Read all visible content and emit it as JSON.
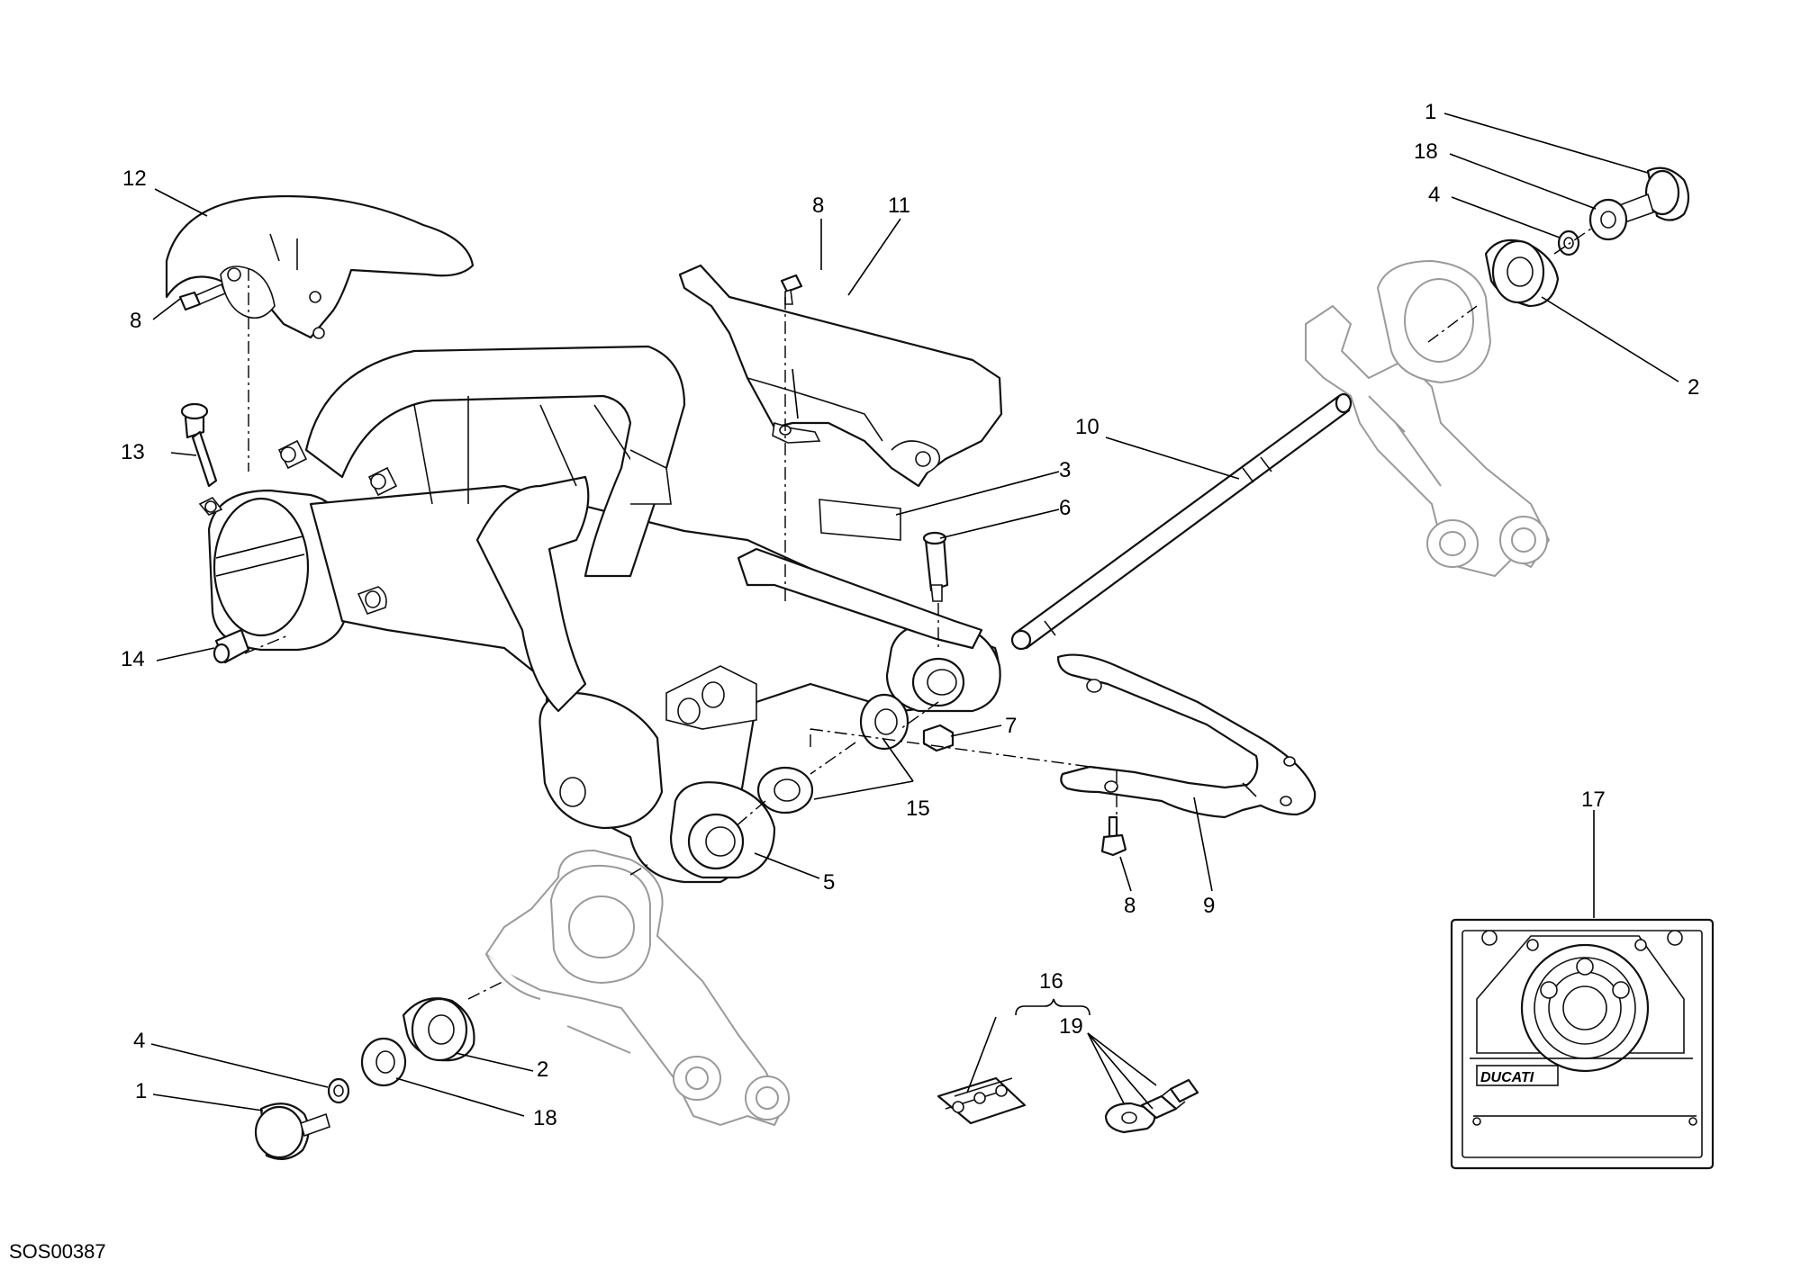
{
  "drawing_code": "SOS00387",
  "kit_brand": "DUCATI",
  "callouts": {
    "c1_top": "1",
    "c18_top": "18",
    "c4_top": "4",
    "c2_top": "2",
    "c12": "12",
    "c8_left": "8",
    "c13": "13",
    "c14": "14",
    "c8_mid": "8",
    "c11": "11",
    "c3": "3",
    "c6": "6",
    "c10": "10",
    "c7": "7",
    "c15": "15",
    "c5": "5",
    "c8_low": "8",
    "c9": "9",
    "c17": "17",
    "c16": "16",
    "c19": "19",
    "c4_bot": "4",
    "c1_bot": "1",
    "c2_bot": "2",
    "c18_bot": "18"
  }
}
